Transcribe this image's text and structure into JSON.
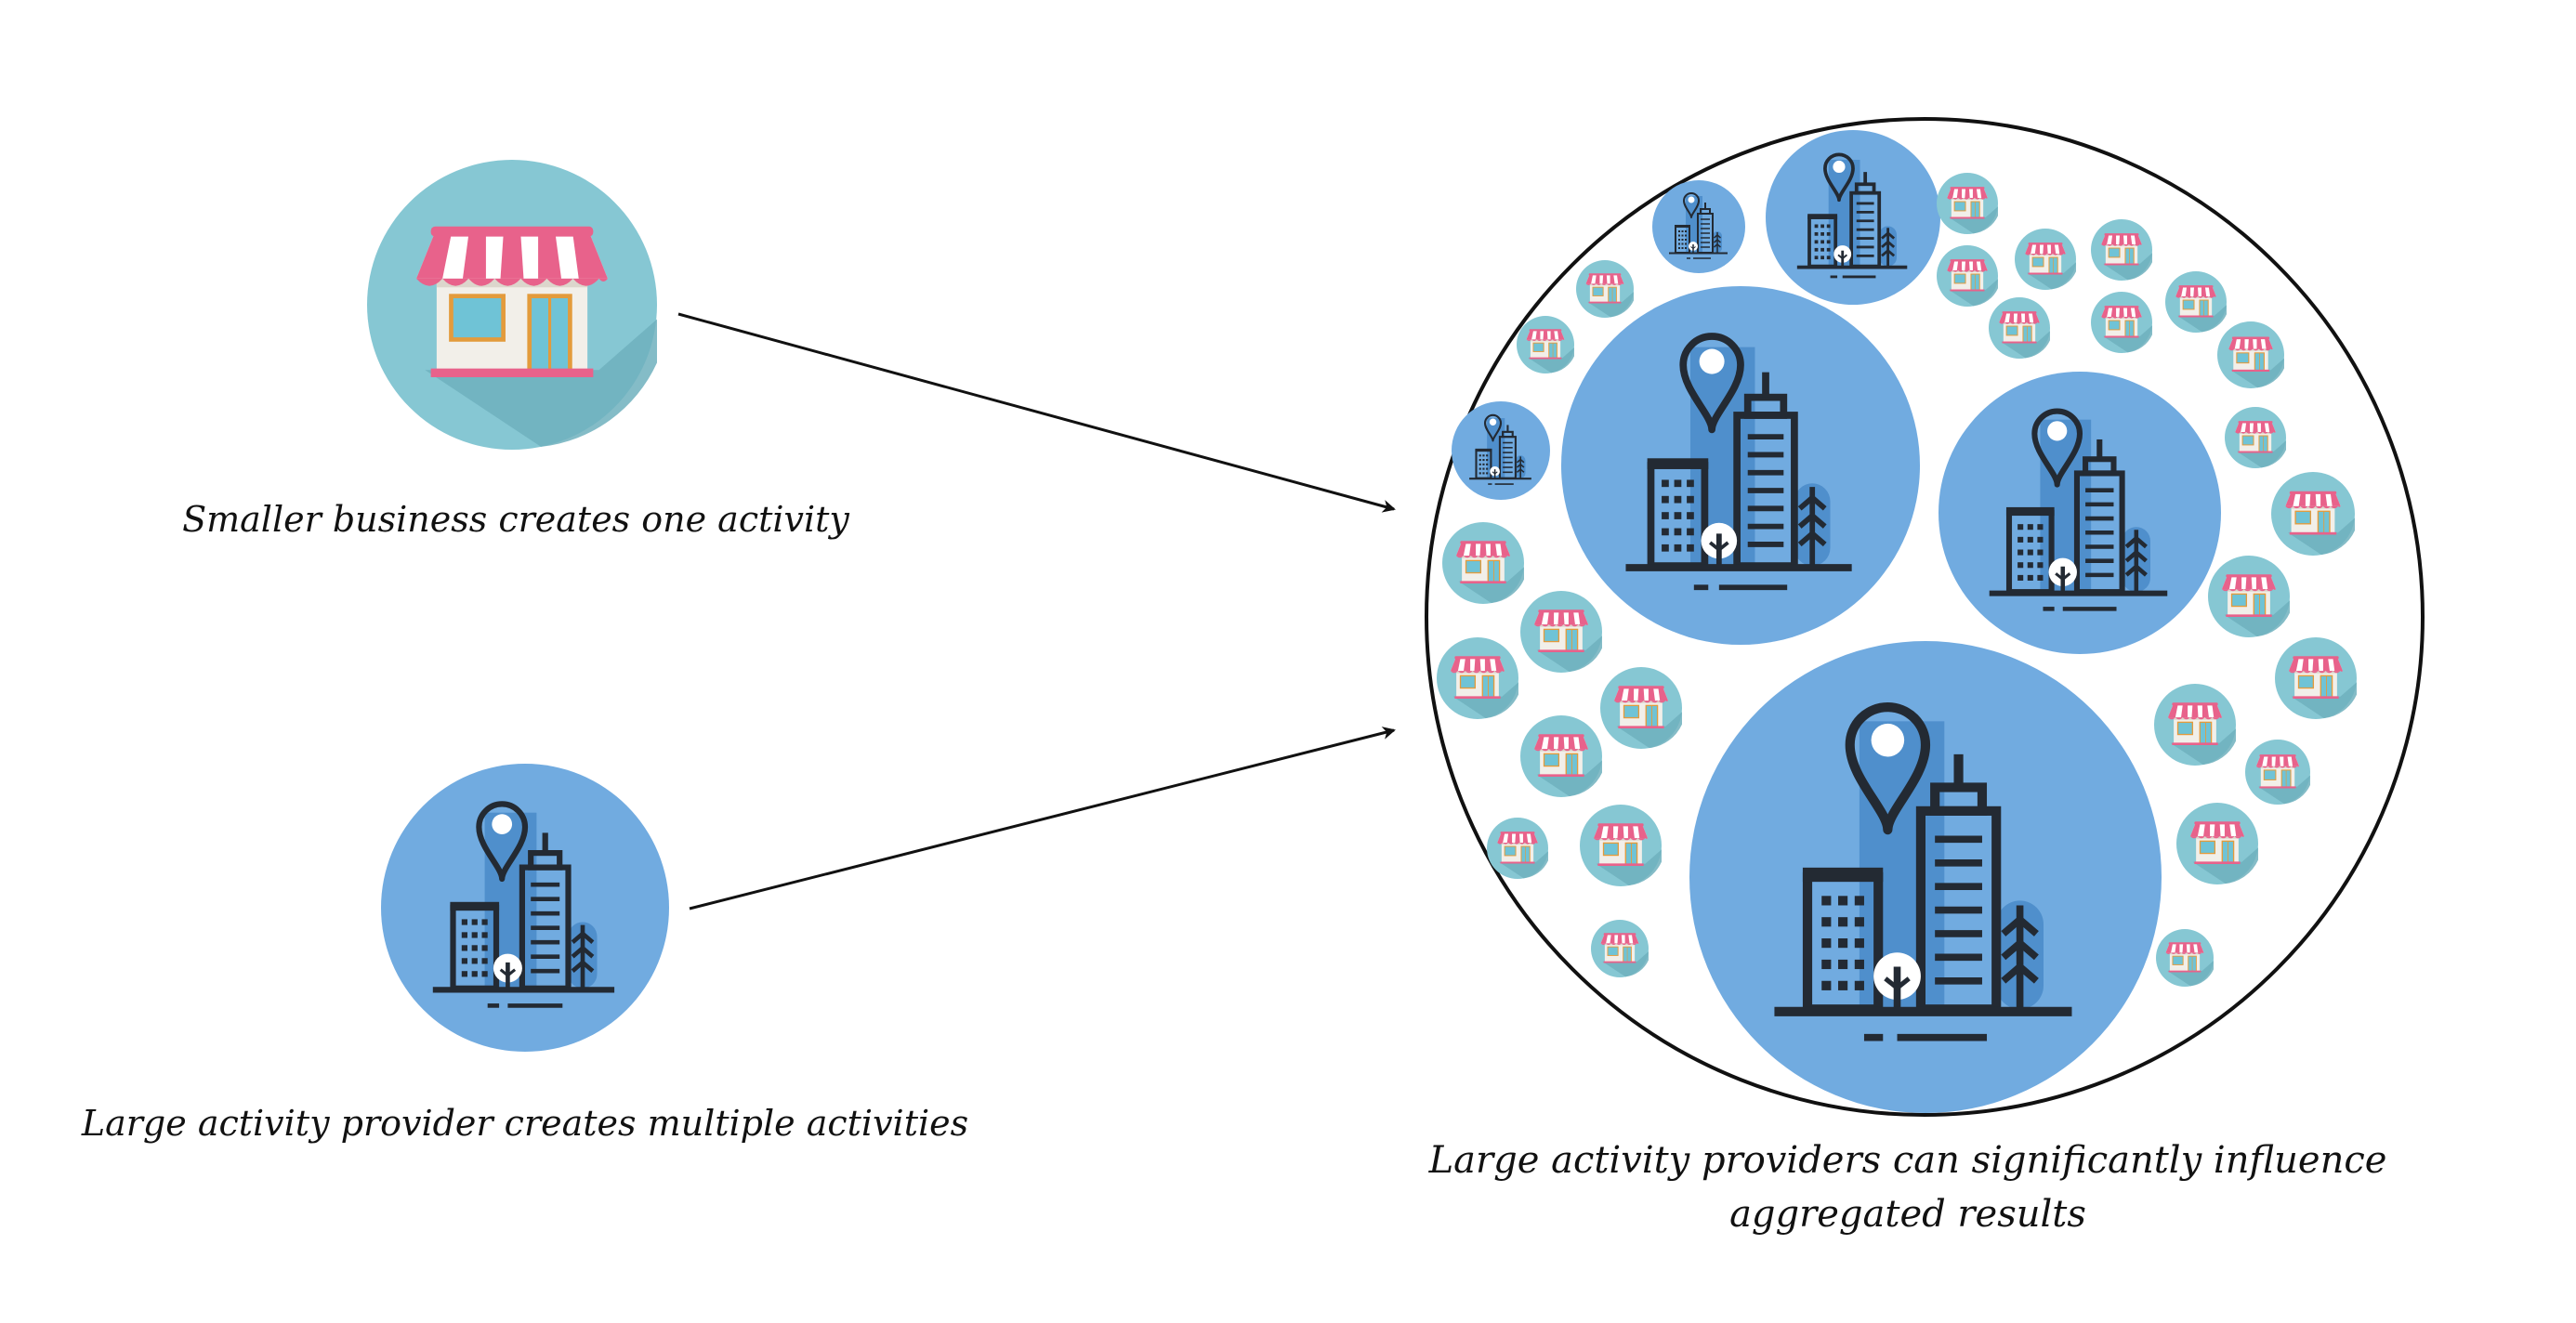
{
  "captions": {
    "small_business": "Smaller business creates one activity",
    "large_provider": "Large activity provider creates multiple activities",
    "aggregate_line1": "Large activity providers can significantly influence",
    "aggregate_line2": "aggregated results"
  },
  "icons": {
    "shop": "shop-icon",
    "city": "city-icon"
  },
  "colors": {
    "shop_bg": "#86c7d3",
    "city_bg": "#71abe0",
    "awning_pink": "#e8628b",
    "line_dark": "#232a33",
    "arrow": "#111111"
  }
}
